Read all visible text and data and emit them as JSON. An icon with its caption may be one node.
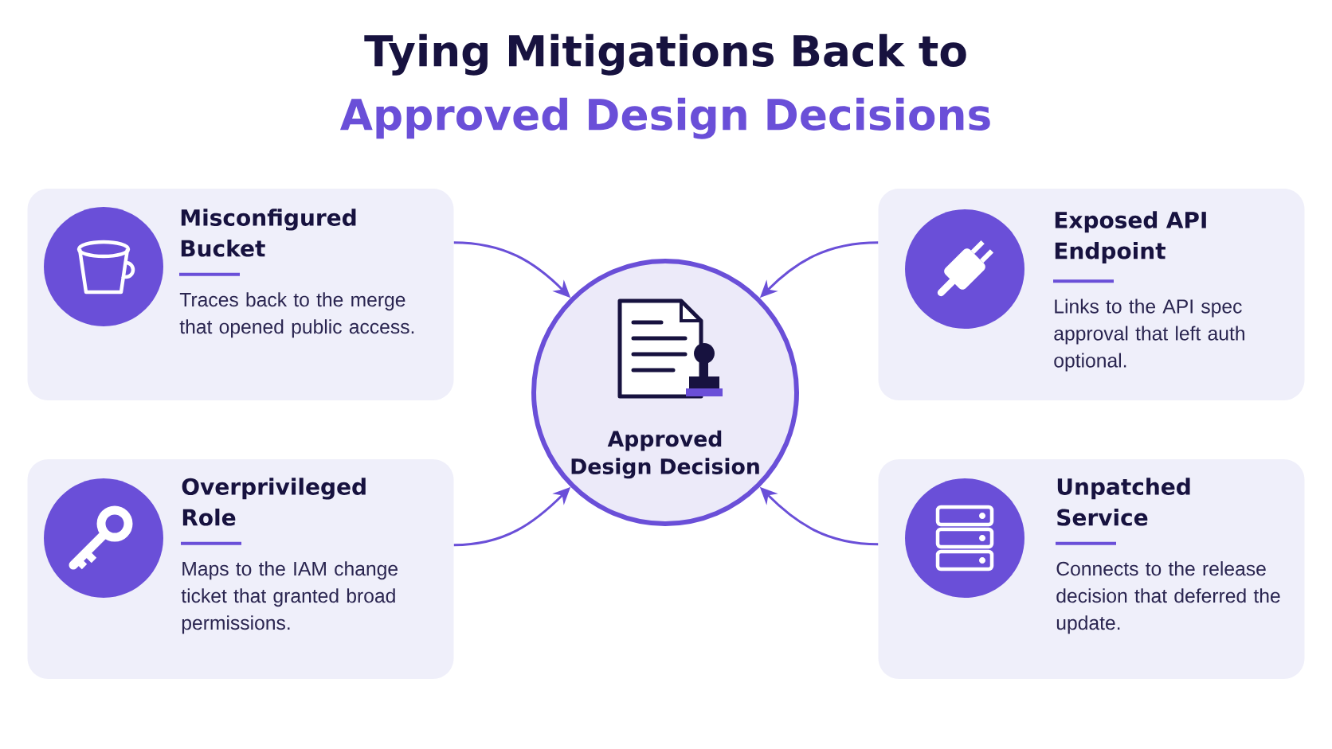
{
  "diagram": {
    "title": "Tying Mitigations Back to **Approved Design Decisions**",
    "nodes": [
      {
        "text": [
          "Misconfigured Bucket",
          "Traces back to the merge that opened public access."
        ]
      },
      {
        "text": [
          "Exposed API Endpoint",
          "Links to the API spec approval that left auth optional."
        ]
      },
      {
        "text": [
          "Approved Design Decision"
        ]
      },
      {
        "text": [
          "Overprivileged Role",
          "Maps to the IAM change ticket that granted broad permissions."
        ]
      },
      {
        "text": [
          "Unpatched Service",
          "Connects to the release decision that deferred the update."
        ]
      }
    ],
    "edges": [
      {
        "from": 0,
        "to": 2,
        "arrow": "to"
      },
      {
        "from": 1,
        "to": 2,
        "arrow": "to"
      },
      {
        "from": 3,
        "to": 2,
        "arrow": "to"
      },
      {
        "from": 4,
        "to": 2,
        "arrow": "to"
      }
    ]
  }
}
